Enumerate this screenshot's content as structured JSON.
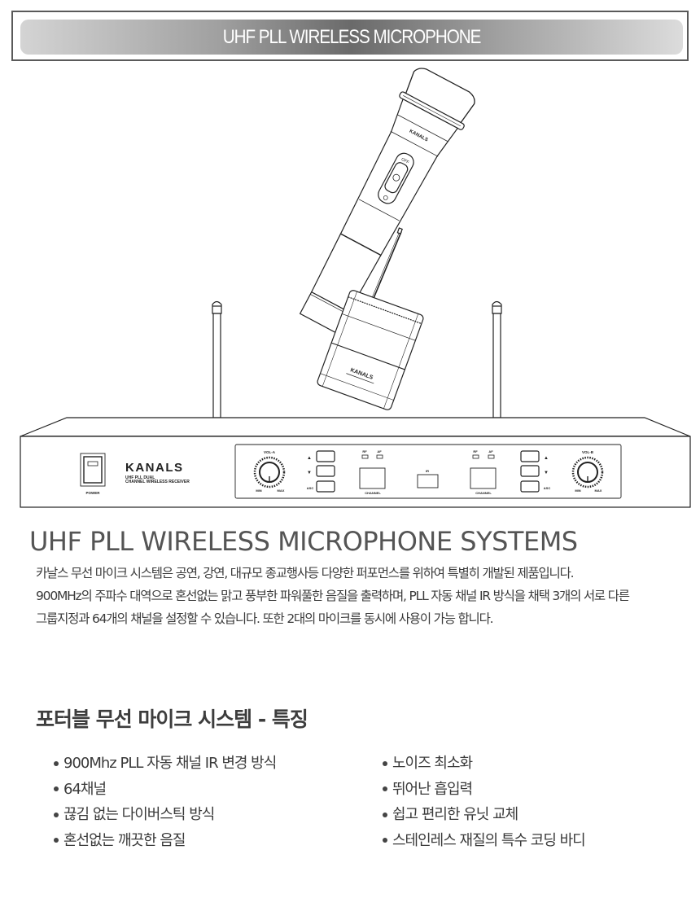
{
  "banner": {
    "title": "UHF PLL WIRELESS MICROPHONE"
  },
  "illustration": {
    "receiver": {
      "brand": "KANALS",
      "subtitle_line1": "UHF PLL DUAL",
      "subtitle_line2": "CHANNEL WIRELESS RECEIVER",
      "power_label": "POWER",
      "vol_a_label": "VOL-A",
      "vol_b_label": "VOL-B",
      "min_label": "MIN",
      "max_label": "MAX",
      "up_symbol": "▲",
      "down_symbol": "▼",
      "asc_label": "ASC",
      "rf_label": "RF",
      "af_label": "AF",
      "channel_label": "CHANNEL",
      "ir_label": "IR"
    },
    "handheld_mic": {
      "brand": "KANALS",
      "switch_label": "OFF"
    },
    "bodypack": {
      "brand": "KANALS"
    }
  },
  "content": {
    "heading": "UHF PLL WIRELESS MICROPHONE SYSTEMS",
    "intro_lines": [
      "카날스 무선 마이크 시스템은 공연, 강연, 대규모 종교행사등 다양한 퍼포먼스를 위하여 특별히 개발된 제품입니다.",
      "900MHz의 주파수 대역으로 혼선없는 맑고 풍부한 파워풀한 음질을 출력하며, PLL 자동 채널 IR 방식을 채택 3개의 서로 다른",
      "그룹지정과 64개의 채널을 설정할 수 있습니다. 또한 2대의 마이크를 동시에 사용이 가능 합니다."
    ],
    "features_heading": "포터블 무선 마이크 시스템 - 특징",
    "features_left": [
      "900Mhz PLL 자동 채널 IR 변경 방식",
      "64채널",
      "끊김 없는 다이버스틱 방식",
      "혼선없는 깨끗한 음질"
    ],
    "features_right": [
      "노이즈 최소화",
      "뛰어난 흡입력",
      "쉽고 편리한 유닛 교체",
      "스테인레스 재질의 특수 코딩 바디"
    ]
  },
  "colors": {
    "banner_frame": "#5a5a5a",
    "banner_gradient_edge": "#d4d4d4",
    "banner_gradient_center": "#6a6a6a",
    "heading_text": "#555555",
    "body_text": "#3a3a3a"
  }
}
